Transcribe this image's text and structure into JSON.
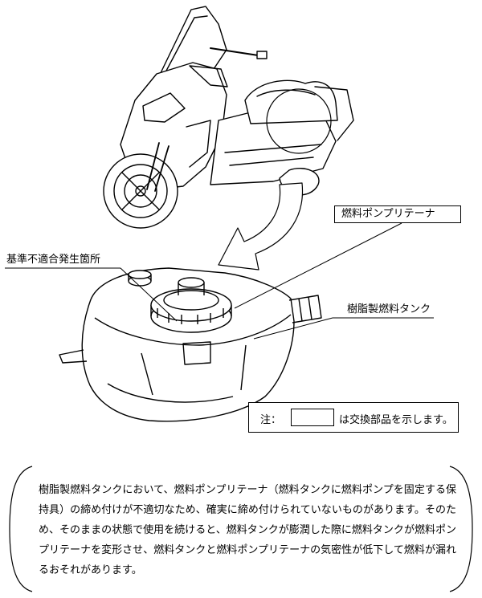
{
  "labels": {
    "retainer": "燃料ポンプリテーナ",
    "defect_location": "基準不適合発生箇所",
    "resin_tank": "樹脂製燃料タンク"
  },
  "note": {
    "prefix": "注：",
    "text": "は交換部品を示します。"
  },
  "description": "樹脂製燃料タンクにおいて、燃料ポンプリテーナ（燃料タンクに燃料ポンプを固定する保持具）の締め付けが不適切なため、確実に締め付けられていないものがあります。そのため、そのままの状態で使用を続けると、燃料タンクが膨潤した際に燃料タンクが燃料ポンプリテーナを変形させ、燃料タンクと燃料ポンプリテーナの気密性が低下して燃料が漏れるおそれがあります。"
}
